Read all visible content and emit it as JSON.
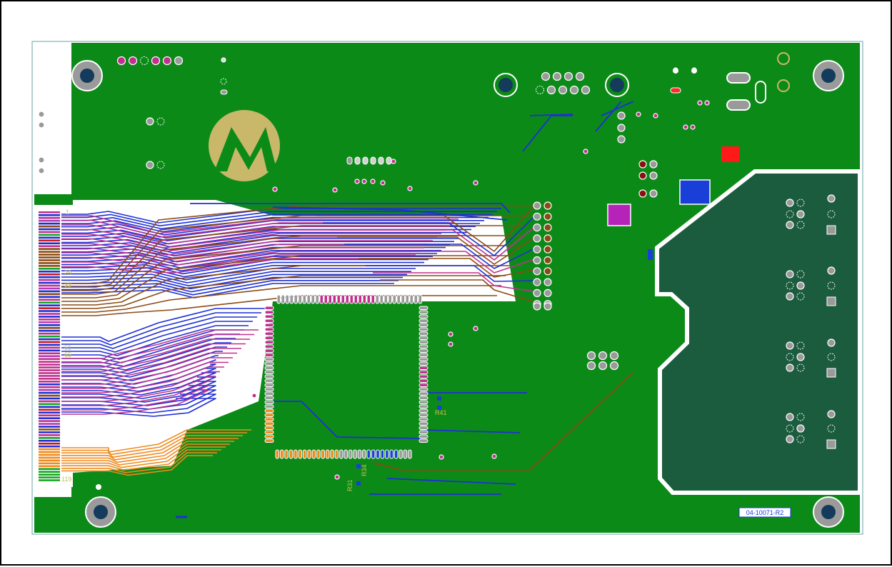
{
  "board": {
    "part_number": "04-10071-R2",
    "colors": {
      "board_edge": "#7fb4b8",
      "copper_fill": "#0c8a18",
      "dark_zone": "#1b5c3e",
      "silk": "#ffffff",
      "pad_grey": "#9a9a9a",
      "hole_blue": "#143a5c",
      "trace_blue": "#1e2fd6",
      "trace_magenta": "#c0308e",
      "trace_brown": "#8b4a14",
      "trace_orange": "#ef8a1e",
      "trace_gray": "#9b9b9b",
      "logo": "#c9b76a",
      "label_text": "#c8c050"
    }
  },
  "connector_pin_labels": [
    "1",
    "29",
    "33",
    "61",
    "65",
    "119"
  ],
  "component_labels": [
    "R41",
    "R34",
    "R31"
  ]
}
